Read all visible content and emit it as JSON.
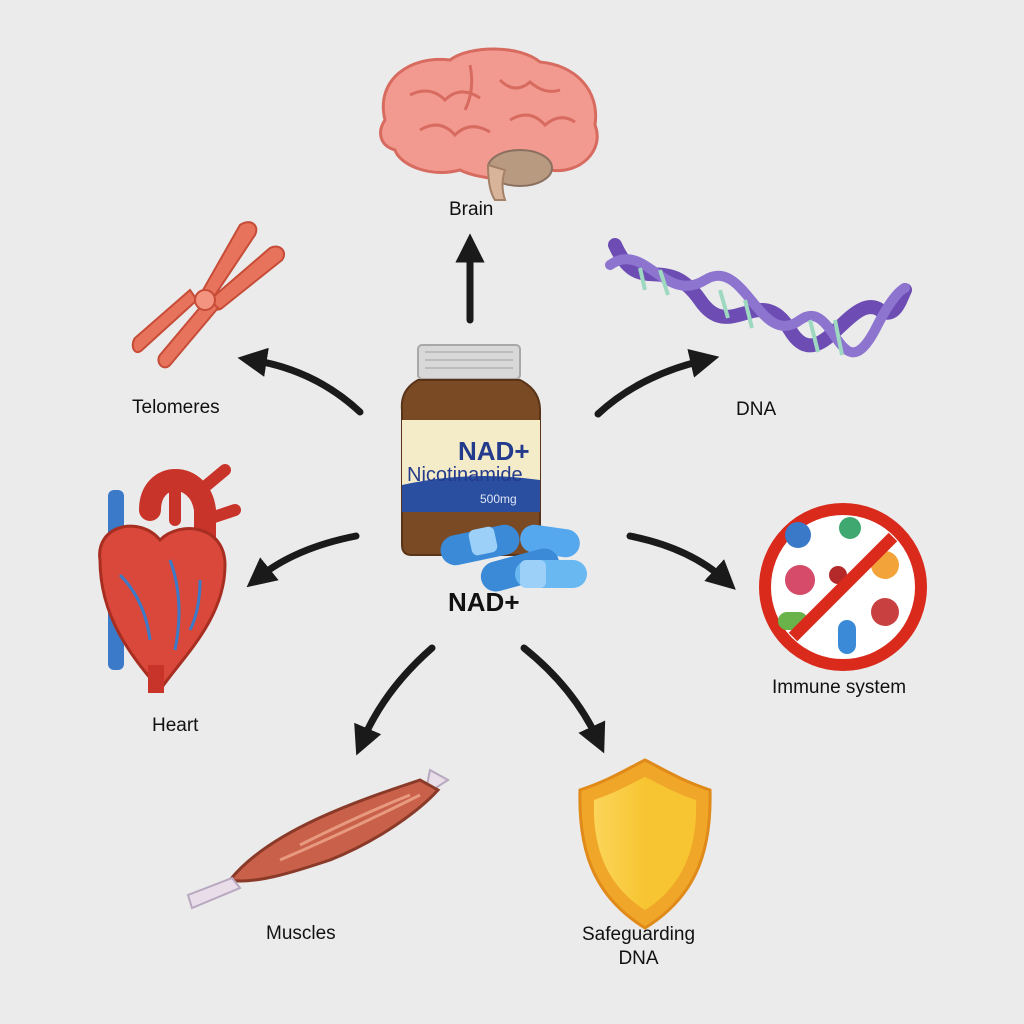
{
  "center": {
    "title": "NAD+",
    "bottle": {
      "brand": "NAD+",
      "product": "Nicotinamide",
      "dose": "500mg"
    }
  },
  "targets": {
    "brain": "Brain",
    "telomeres": "Telomeres",
    "dna": "DNA",
    "heart": "Heart",
    "immune": "Immune system",
    "muscles": "Muscles",
    "safeguarding_line1": "Safeguarding",
    "safeguarding_line2": "DNA"
  },
  "icons": [
    "brain-icon",
    "chromosome-icon",
    "dna-helix-icon",
    "heart-icon",
    "no-germs-icon",
    "muscle-icon",
    "shield-icon",
    "bottle-icon",
    "capsule-icon"
  ],
  "colors": {
    "background": "#ebebeb",
    "arrow": "#1a1a1a",
    "brain": "#f29a90",
    "chromosome": "#e8735c",
    "dna": "#7a5cc0",
    "heart": "#d9483a",
    "prohibit": "#d92a1c",
    "muscle": "#c8604a",
    "shield": "#f7c531",
    "bottle": "#7a4a25",
    "capsule": "#3a8ad8"
  }
}
